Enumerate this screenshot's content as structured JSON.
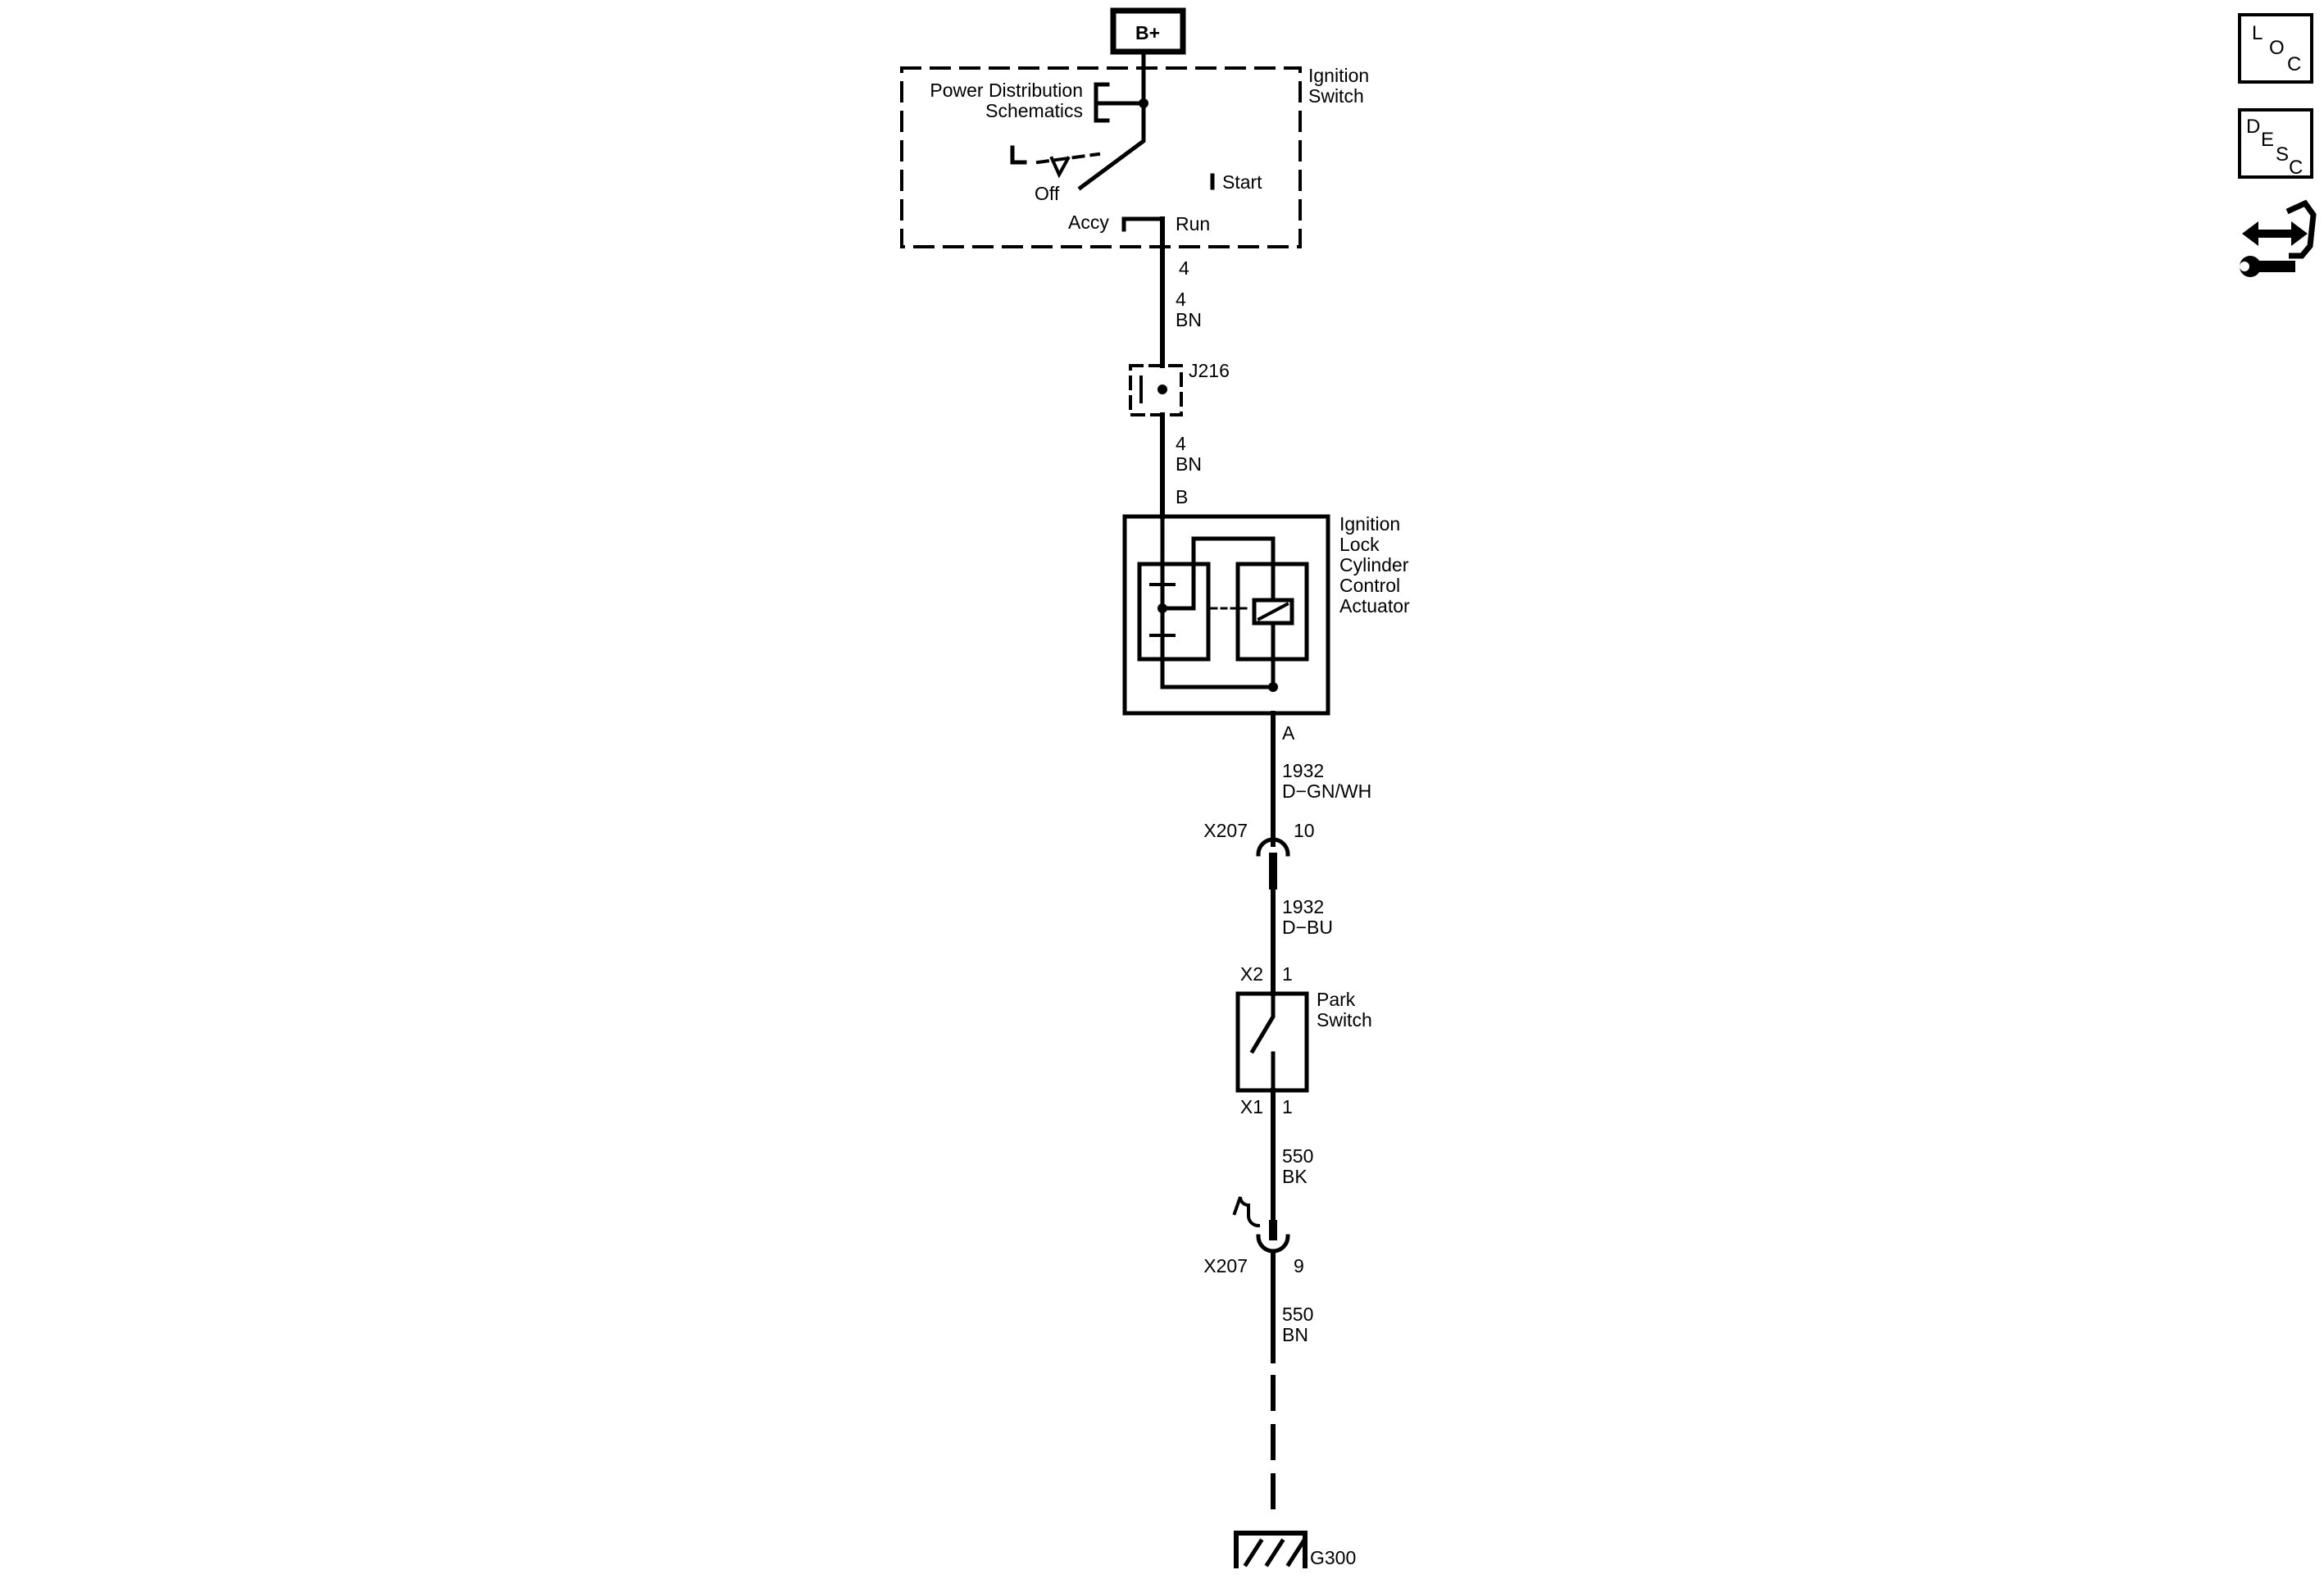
{
  "power": {
    "label": "B+"
  },
  "ignition_switch": {
    "name": "Ignition\nSwitch",
    "feed": "Power Distribution\nSchematics",
    "positions": {
      "off": "Off",
      "accy": "Accy",
      "run": "Run",
      "start": "Start"
    },
    "pin": "4"
  },
  "wires": {
    "w1": {
      "circuit": "4",
      "color": "BN"
    },
    "w2": {
      "circuit": "4",
      "color": "BN"
    },
    "w3": {
      "circuit": "1932",
      "color": "D−GN/WH"
    },
    "w4": {
      "circuit": "1932",
      "color": "D−BU"
    },
    "w5": {
      "circuit": "550",
      "color": "BK"
    },
    "w6": {
      "circuit": "550",
      "color": "BN"
    }
  },
  "splice": {
    "name": "J216"
  },
  "actuator": {
    "name": "Ignition\nLock\nCylinder\nControl\nActuator",
    "pin_top": "B",
    "pin_bottom": "A"
  },
  "connector_upper": {
    "name": "X207",
    "pin": "10"
  },
  "park_switch": {
    "name": "Park\nSwitch",
    "top_conn": "X2",
    "top_pin": "1",
    "bottom_conn": "X1",
    "bottom_pin": "1"
  },
  "connector_lower": {
    "name": "X207",
    "pin": "9"
  },
  "ground": {
    "name": "G300"
  },
  "nav_buttons": {
    "loc": {
      "l1": "L",
      "l2": "O",
      "l3": "C"
    },
    "desc": {
      "l1": "D",
      "l2": "E",
      "l3": "S",
      "l4": "C"
    },
    "connector_icon": "connector-wrench-icon"
  }
}
